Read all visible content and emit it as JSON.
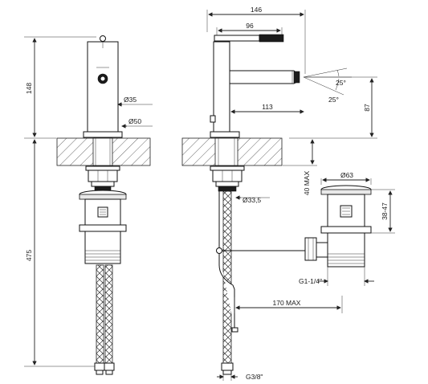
{
  "dimensions": {
    "height_above_deck": "148",
    "height_below_deck": "475",
    "body_diameter": "Ø35",
    "base_diameter": "Ø50",
    "overall_length": "146",
    "handle_length": "96",
    "spout_reach": "113",
    "spout_height": "87",
    "angle_up": "25°",
    "angle_down": "25°",
    "max_deck_thickness": "40 MAX",
    "shank_diameter": "Ø33,5",
    "waste_diameter": "Ø63",
    "waste_adjust": "38-47",
    "waste_thread": "G1-1/4\"",
    "pull_rod_max": "170 MAX",
    "hose_thread": "G3/8\""
  },
  "colors": {
    "line": "#222222",
    "background": "#ffffff"
  }
}
